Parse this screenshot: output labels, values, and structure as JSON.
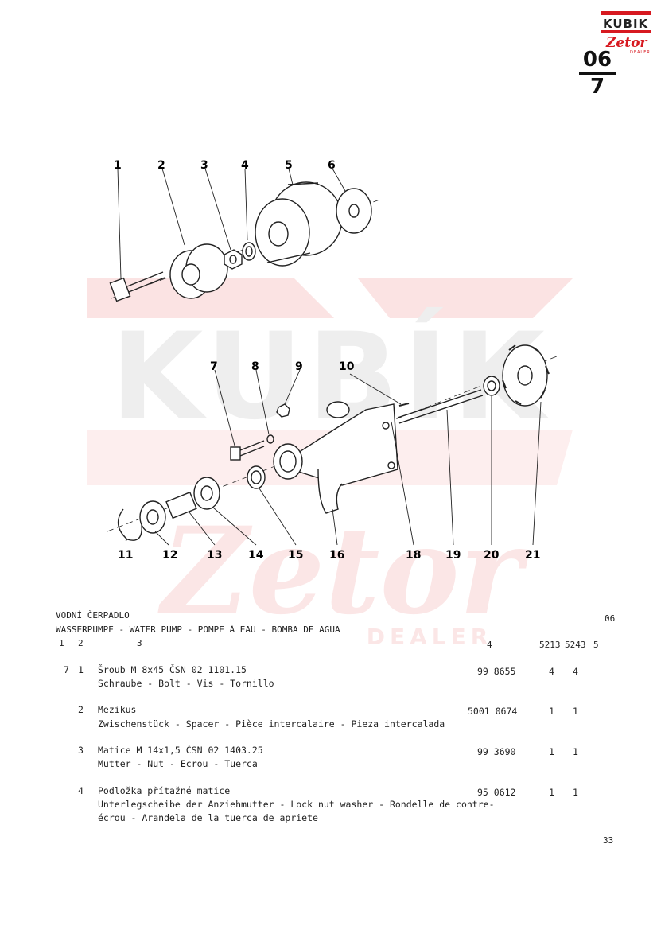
{
  "logo": {
    "brand_top": "KUBIK",
    "brand_main": "Zetor",
    "brand_sub": "DEALER",
    "color_red": "#d71920"
  },
  "section": {
    "number_top": "06",
    "number_bottom": "7"
  },
  "watermark": {
    "line1": "KUBÍK",
    "line2": "Zetor",
    "line3": "DEALER"
  },
  "diagram": {
    "callouts": [
      "1",
      "2",
      "3",
      "4",
      "5",
      "6",
      "7",
      "8",
      "9",
      "10",
      "11",
      "12",
      "13",
      "14",
      "15",
      "16",
      "18",
      "19",
      "20",
      "21"
    ]
  },
  "header": {
    "title_cs": "VODNÍ ČERPADLO",
    "title_multi": "WASSERPUMPE - WATER PUMP - POMPE À EAU - BOMBA DE AGUA",
    "group_code": "06",
    "col1": "1",
    "col2": "2",
    "col3": "3",
    "col4": "4",
    "col5a": "5213",
    "col5b": "5243",
    "col5": "5"
  },
  "rows": [
    {
      "group": "7",
      "pos": "1",
      "line1": "Šroub M 8x45 ČSN 02 1101.15",
      "line2": "Schraube - Bolt - Vis - Tornillo",
      "line3": "",
      "part": "99 8655",
      "q1": "4",
      "q2": "4"
    },
    {
      "group": "",
      "pos": "2",
      "line1": "Mezikus",
      "line2": "Zwischenstück - Spacer - Pièce intercalaire - Pieza intercalada",
      "line3": "",
      "part": "5001 0674",
      "q1": "1",
      "q2": "1"
    },
    {
      "group": "",
      "pos": "3",
      "line1": "Matice M 14x1,5 ČSN 02 1403.25",
      "line2": "Mutter - Nut - Ecrou - Tuerca",
      "line3": "",
      "part": "99 3690",
      "q1": "1",
      "q2": "1"
    },
    {
      "group": "",
      "pos": "4",
      "line1": "Podložka přítažné matice",
      "line2": "Unterlegscheibe der Anziehmutter - Lock nut washer - Rondelle de contre-",
      "line3": "écrou - Arandela de la tuerca de apriete",
      "part": "95 0612",
      "q1": "1",
      "q2": "1"
    }
  ],
  "page_number": "33"
}
